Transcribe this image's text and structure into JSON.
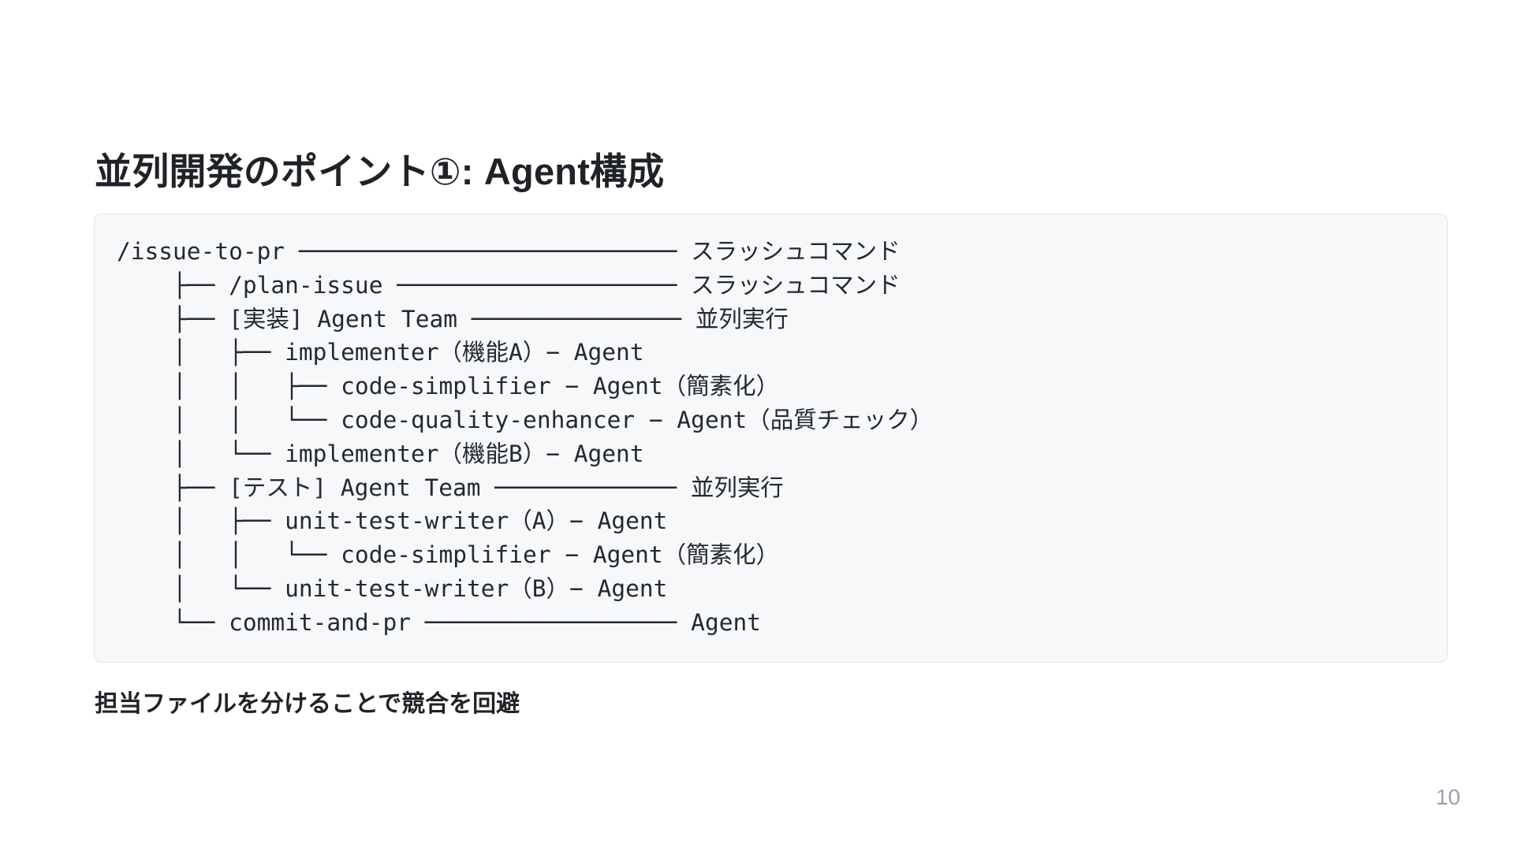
{
  "slide": {
    "title": "並列開発のポイント①: Agent構成",
    "caption": "担当ファイルを分けることで競合を回避",
    "page_number": "10",
    "colors": {
      "text": "#1f2328",
      "code_text": "#24292f",
      "code_background": "#f6f8fa",
      "code_border": "#e2e6ea",
      "page_number": "#9aa2ad",
      "slide_background": "#ffffff"
    }
  },
  "code_block": {
    "language": "text",
    "lines": [
      "/issue-to-pr ─────────────────────────── スラッシュコマンド",
      "    ├── /plan-issue ──────────────────── スラッシュコマンド",
      "    ├── [実装] Agent Team ─────────────── 並列実行",
      "    │   ├── implementer（機能A）− Agent",
      "    │   │   ├── code-simplifier − Agent（簡素化）",
      "    │   │   └── code-quality-enhancer − Agent（品質チェック）",
      "    │   └── implementer（機能B）− Agent",
      "    ├── [テスト] Agent Team ───────────── 並列実行",
      "    │   ├── unit-test-writer（A）− Agent",
      "    │   │   └── code-simplifier − Agent（簡素化）",
      "    │   └── unit-test-writer（B）− Agent",
      "    └── commit-and-pr ────────────────── Agent"
    ],
    "tree": {
      "root": {
        "name": "/issue-to-pr",
        "annotation": "スラッシュコマンド",
        "children": [
          {
            "name": "/plan-issue",
            "annotation": "スラッシュコマンド",
            "children": []
          },
          {
            "name": "[実装] Agent Team",
            "annotation": "並列実行",
            "children": [
              {
                "name": "implementer（機能A）− Agent",
                "annotation": "",
                "children": [
                  {
                    "name": "code-simplifier − Agent（簡素化）",
                    "annotation": "",
                    "children": []
                  },
                  {
                    "name": "code-quality-enhancer − Agent（品質チェック）",
                    "annotation": "",
                    "children": []
                  }
                ]
              },
              {
                "name": "implementer（機能B）− Agent",
                "annotation": "",
                "children": []
              }
            ]
          },
          {
            "name": "[テスト] Agent Team",
            "annotation": "並列実行",
            "children": [
              {
                "name": "unit-test-writer（A）− Agent",
                "annotation": "",
                "children": [
                  {
                    "name": "code-simplifier − Agent（簡素化）",
                    "annotation": "",
                    "children": []
                  }
                ]
              },
              {
                "name": "unit-test-writer（B）− Agent",
                "annotation": "",
                "children": []
              }
            ]
          },
          {
            "name": "commit-and-pr",
            "annotation": "Agent",
            "children": []
          }
        ]
      }
    }
  }
}
